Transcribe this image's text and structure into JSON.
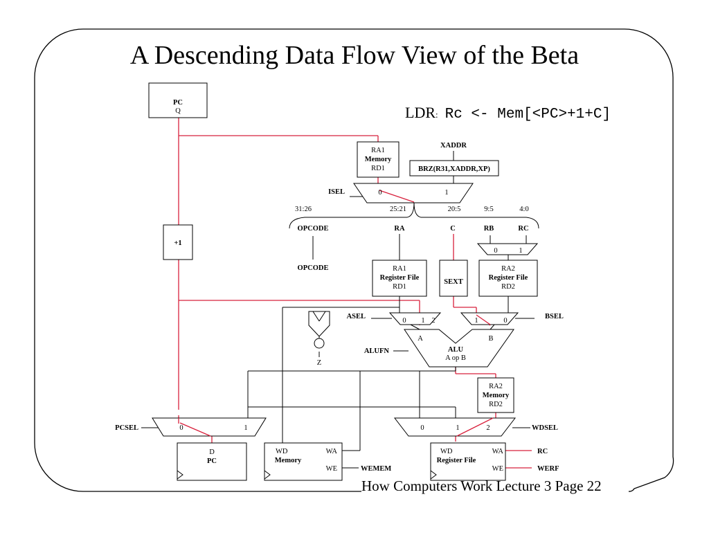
{
  "slide": {
    "title": "A Descending Data Flow View of the Beta",
    "instruction_name": "LDR",
    "instruction_colon": ":",
    "instruction_expr": "Rc <- Mem[<PC>+1+C]",
    "footer": "How Computers Work Lecture 3 Page 22"
  },
  "colors": {
    "active_path": "#d8203c",
    "wire": "#000000",
    "frame": "#000000"
  },
  "diagram": {
    "pc_top": {
      "label": "PC",
      "port": "Q"
    },
    "plus1": {
      "label": "+1"
    },
    "imem": {
      "port_in": "RA1",
      "label": "Memory",
      "port_out": "RD1"
    },
    "xaddr": {
      "label": "XADDR"
    },
    "brz": {
      "label": "BRZ(R31,XADDR,XP)"
    },
    "isel": {
      "label": "ISEL",
      "in0": "0",
      "in1": "1"
    },
    "fields": {
      "f1": "31:26",
      "f2": "25:21",
      "f3": "20:5",
      "f4": "9:5",
      "f5": "4:0"
    },
    "field_names": {
      "opcode": "OPCODE",
      "ra": "RA",
      "c": "C",
      "rb": "RB",
      "rc": "RC"
    },
    "opcode_out": "OPCODE",
    "rb_rc_mux": {
      "in0": "0",
      "in1": "1"
    },
    "regfile1": {
      "port_in": "RA1",
      "label": "Register File",
      "port_out": "RD1"
    },
    "sext": {
      "label": "SEXT"
    },
    "regfile2": {
      "port_in": "RA2",
      "label": "Register File",
      "port_out": "RD2"
    },
    "asel": {
      "label": "ASEL",
      "in0": "0",
      "in1": "1",
      "in2": "2"
    },
    "bsel": {
      "label": "BSEL",
      "in1": "1",
      "in0": "0"
    },
    "zero_detect": {
      "label": "Z"
    },
    "alu": {
      "in_a": "A",
      "in_b": "B",
      "label": "ALU",
      "op": "A op B",
      "fn_label": "ALUFN"
    },
    "dmem_read": {
      "port_in": "RA2",
      "label": "Memory",
      "port_out": "RD2"
    },
    "pcsel": {
      "label": "PCSEL",
      "in0": "0",
      "in1": "1"
    },
    "wdsel": {
      "label": "WDSEL",
      "in0": "0",
      "in1": "1",
      "in2": "2"
    },
    "pc_bottom": {
      "port": "D",
      "label": "PC"
    },
    "dmem_write": {
      "port_wd": "WD",
      "port_wa": "WA",
      "label": "Memory",
      "port_we": "WE",
      "signal": "WEMEM"
    },
    "regfile_write": {
      "port_wd": "WD",
      "port_wa": "WA",
      "label": "Register File",
      "port_we": "WE",
      "signal_rc": "RC",
      "signal_werf": "WERF"
    }
  }
}
